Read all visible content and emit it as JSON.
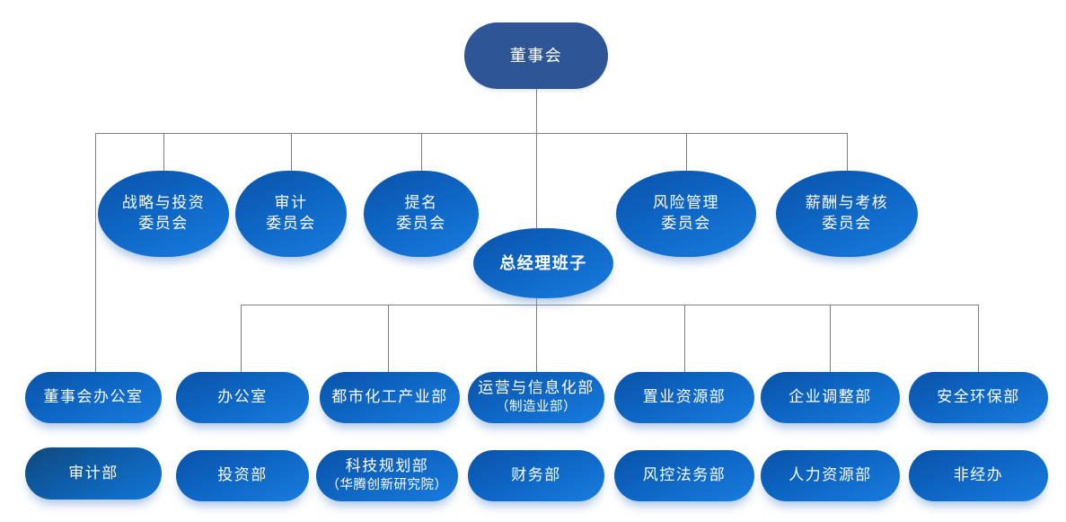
{
  "diagram": {
    "type": "org-chart",
    "nodes": {
      "board": {
        "label": "董事会"
      },
      "committees": [
        {
          "line1": "战略与投资",
          "line2": "委员会"
        },
        {
          "line1": "审计",
          "line2": "委员会"
        },
        {
          "line1": "提名",
          "line2": "委员会"
        },
        {
          "line1": "风险管理",
          "line2": "委员会"
        },
        {
          "line1": "薪酬与考核",
          "line2": "委员会"
        }
      ],
      "gm": {
        "label": "总经理班子"
      },
      "departments_row1": [
        {
          "line1": "董事会办公室"
        },
        {
          "line1": "办公室"
        },
        {
          "line1": "都市化工产业部"
        },
        {
          "line1": "运营与信息化部",
          "line2": "（制造业部）"
        },
        {
          "line1": "置业资源部"
        },
        {
          "line1": "企业调整部"
        },
        {
          "line1": "安全环保部"
        }
      ],
      "departments_row2": [
        {
          "line1": "审计部"
        },
        {
          "line1": "投资部"
        },
        {
          "line1": "科技规划部",
          "line2": "（华腾创新研究院）"
        },
        {
          "line1": "财务部"
        },
        {
          "line1": "风控法务部"
        },
        {
          "line1": "人力资源部"
        },
        {
          "line1": "非经办"
        }
      ]
    },
    "colors": {
      "board_fill": "#2e5696",
      "node_gradient_start": "#0a53a9",
      "node_gradient_end": "#187ce0",
      "dark_node_gradient_start": "#10497c",
      "dark_node_gradient_end": "#1376d6",
      "connector": "#7f7f7f",
      "text": "#ffffff",
      "background": "#ffffff"
    }
  }
}
